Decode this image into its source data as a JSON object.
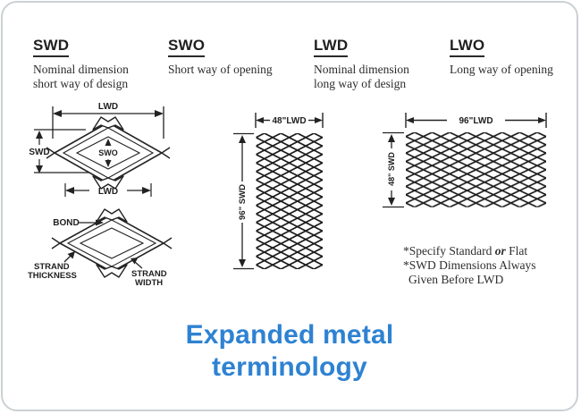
{
  "terms": [
    {
      "abbr": "SWD",
      "lines": [
        "Nominal dimension",
        "short way of design"
      ]
    },
    {
      "abbr": "SWO",
      "lines": [
        "Short way of opening"
      ]
    },
    {
      "abbr": "LWD",
      "lines": [
        "Nominal dimension",
        "long way of design"
      ]
    },
    {
      "abbr": "LWO",
      "lines": [
        "Long way of opening"
      ]
    }
  ],
  "cell_diagram": {
    "top_dim": "LWD",
    "left_dim": "SWD",
    "opening_dim": "SWO",
    "bottom_dim": "LWD"
  },
  "strand_diagram": {
    "bond": "BOND",
    "thickness_line1": "STRAND",
    "thickness_line2": "THICKNESS",
    "width_line1": "STRAND",
    "width_line2": "WIDTH"
  },
  "sheet_portrait": {
    "top_dim": "48\"LWD",
    "side_dim": "96\" SWD"
  },
  "sheet_landscape": {
    "top_dim": "96\"LWD",
    "side_dim": "48\" SWD"
  },
  "notes": {
    "line1_prefix": "*Specify Standard ",
    "line1_or": "or",
    "line1_suffix": " Flat",
    "line2": "*SWD Dimensions Always",
    "line3": "Given Before LWD"
  },
  "title": {
    "line1": "Expanded metal",
    "line2": "terminology",
    "color": "#2e82d2"
  },
  "colors": {
    "ink": "#1f1f1f",
    "border": "#cbd0d4"
  }
}
